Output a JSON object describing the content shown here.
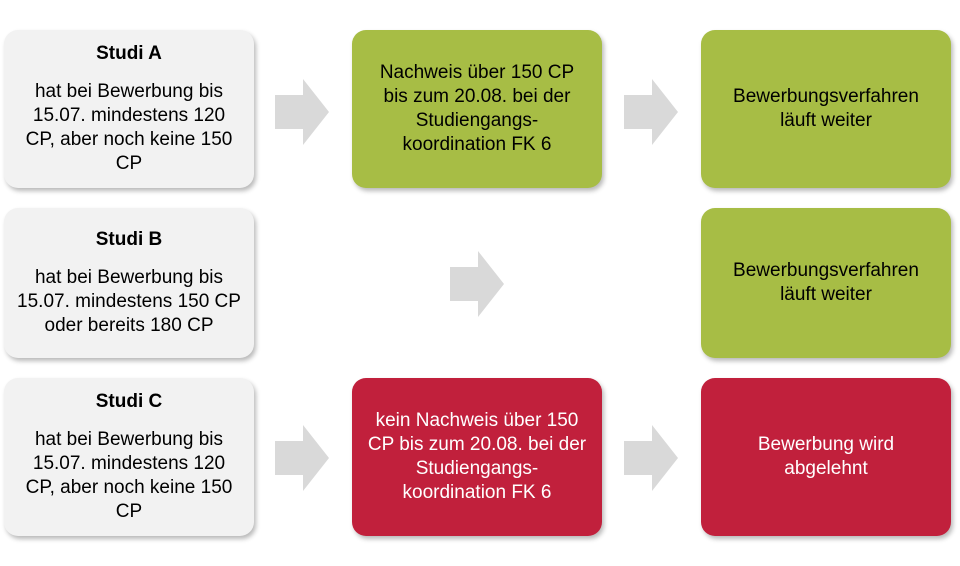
{
  "rows": [
    {
      "student": {
        "title": "Studi A",
        "text": "hat bei Bewerbung bis 15.07. mindestens 120 CP, aber noch keine 150 CP"
      },
      "condition": "Nachweis über 150 CP bis zum 20.08. bei der Studiengangs-koordination FK 6",
      "result": "Bewerbungsverfahren läuft weiter"
    },
    {
      "student": {
        "title": "Studi B",
        "text": "hat bei Bewerbung bis 15.07. mindestens 150 CP oder bereits 180 CP"
      },
      "condition": "",
      "result": "Bewerbungsverfahren läuft weiter"
    },
    {
      "student": {
        "title": "Studi C",
        "text": "hat bei Bewerbung bis 15.07. mindestens 120 CP, aber noch keine 150 CP"
      },
      "condition": "kein Nachweis über 150 CP bis zum 20.08. bei der Studiengangs-koordination FK 6",
      "result": "Bewerbung wird abgelehnt"
    }
  ],
  "colors": {
    "neutral_box": "#f2f2f2",
    "positive_box": "#a7bd45",
    "negative_box": "#c1203c",
    "arrow": "#d9d9d9"
  }
}
